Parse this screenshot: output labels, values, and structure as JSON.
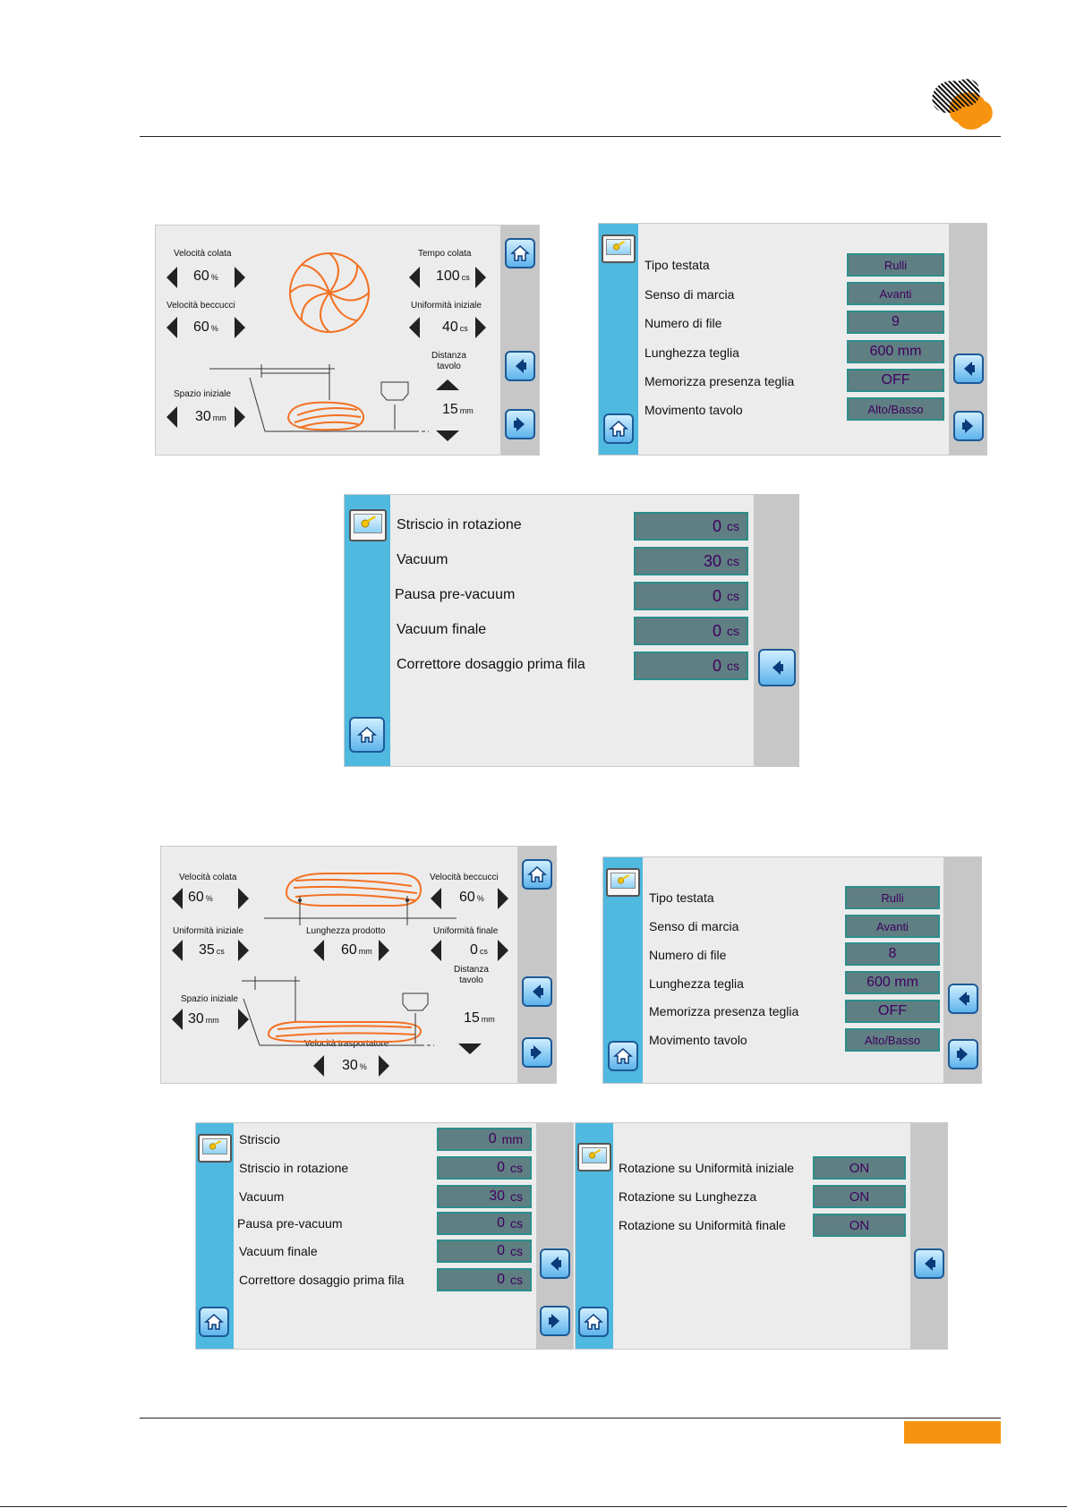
{
  "colors": {
    "accent_orange": "#f7940f",
    "panel_blue": "#4fb9e0",
    "field_teal": "#5f7f83",
    "value_purple": "#40005e"
  },
  "icons": [
    "logo-icon",
    "home-icon",
    "arrow-left-icon",
    "arrow-right-icon",
    "key-monitor-icon",
    "rotor-icon"
  ],
  "screen1": {
    "velocita_colata": {
      "label": "Velocità colata",
      "value": "60",
      "unit": "%"
    },
    "velocita_beccucci": {
      "label": "Velocità beccucci",
      "value": "60",
      "unit": "%"
    },
    "tempo_colata": {
      "label": "Tempo colata",
      "value": "100",
      "unit": "cs"
    },
    "uniformita_iniziale": {
      "label": "Uniformità iniziale",
      "value": "40",
      "unit": "cs"
    },
    "spazio_iniziale": {
      "label": "Spazio iniziale",
      "value": "30",
      "unit": "mm"
    },
    "distanza_tavolo": {
      "label1": "Distanza",
      "label2": "tavolo",
      "value": "15",
      "unit": "mm"
    }
  },
  "screen2": {
    "rows": [
      {
        "label": "Tipo testata",
        "value": "Rulli"
      },
      {
        "label": "Senso di marcia",
        "value": "Avanti"
      },
      {
        "label": "Numero di file",
        "value": "9"
      },
      {
        "label": "Lunghezza teglia",
        "value": "600 mm"
      },
      {
        "label": "Memorizza presenza teglia",
        "value": "OFF"
      },
      {
        "label": "Movimento tavolo",
        "value": "Alto/Basso"
      }
    ]
  },
  "screen3": {
    "rows": [
      {
        "label": "Striscio in rotazione",
        "value": "0",
        "unit": "cs"
      },
      {
        "label": "Vacuum",
        "value": "30",
        "unit": "cs"
      },
      {
        "label": "Pausa pre-vacuum",
        "value": "0",
        "unit": "cs"
      },
      {
        "label": "Vacuum finale",
        "value": "0",
        "unit": "cs"
      },
      {
        "label": "Correttore dosaggio prima fila",
        "value": "0",
        "unit": "cs"
      }
    ]
  },
  "screen4": {
    "velocita_colata": {
      "label": "Velocità colata",
      "value": "60",
      "unit": "%"
    },
    "velocita_beccucci": {
      "label": "Velocità beccucci",
      "value": "60",
      "unit": "%"
    },
    "uniformita_iniziale": {
      "label": "Uniformità iniziale",
      "value": "35",
      "unit": "cs"
    },
    "lunghezza_prodotto": {
      "label": "Lunghezza prodotto",
      "value": "60",
      "unit": "mm"
    },
    "uniformita_finale": {
      "label": "Uniformità finale",
      "value": "0",
      "unit": "cs"
    },
    "spazio_iniziale": {
      "label": "Spazio iniziale",
      "value": "30",
      "unit": "mm"
    },
    "distanza_tavolo": {
      "label1": "Distanza",
      "label2": "tavolo",
      "value": "15",
      "unit": "mm"
    },
    "velocita_trasportatore": {
      "label": "Velocità trasportatore",
      "value": "30",
      "unit": "%"
    }
  },
  "screen5": {
    "rows": [
      {
        "label": "Tipo testata",
        "value": "Rulli"
      },
      {
        "label": "Senso di marcia",
        "value": "Avanti"
      },
      {
        "label": "Numero di file",
        "value": "8"
      },
      {
        "label": "Lunghezza teglia",
        "value": "600 mm"
      },
      {
        "label": "Memorizza presenza teglia",
        "value": "OFF"
      },
      {
        "label": "Movimento tavolo",
        "value": "Alto/Basso"
      }
    ]
  },
  "screen6": {
    "rows": [
      {
        "label": "Striscio",
        "value": "0",
        "unit": "mm"
      },
      {
        "label": "Striscio in rotazione",
        "value": "0",
        "unit": "cs"
      },
      {
        "label": "Vacuum",
        "value": "30",
        "unit": "cs"
      },
      {
        "label": "Pausa pre-vacuum",
        "value": "0",
        "unit": "cs"
      },
      {
        "label": "Vacuum finale",
        "value": "0",
        "unit": "cs"
      },
      {
        "label": "Correttore dosaggio prima fila",
        "value": "0",
        "unit": "cs"
      }
    ]
  },
  "screen7": {
    "rows": [
      {
        "label": "Rotazione su Uniformità iniziale",
        "value": "ON"
      },
      {
        "label": "Rotazione su Lunghezza",
        "value": "ON"
      },
      {
        "label": "Rotazione su Uniformità finale",
        "value": "ON"
      }
    ]
  }
}
